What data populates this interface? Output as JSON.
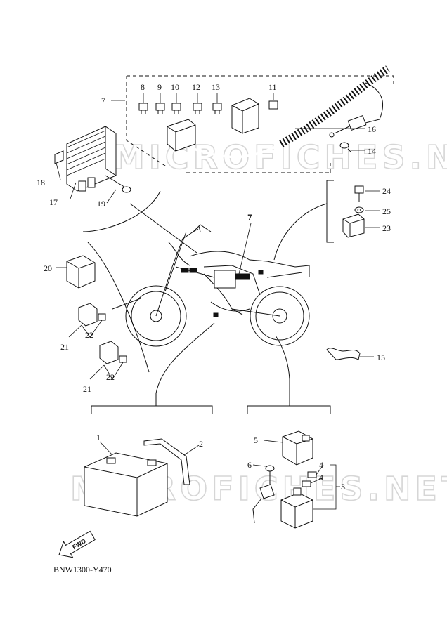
{
  "diagram": {
    "code": "BNW1300-Y470",
    "watermark": "MICROFICHES.NET",
    "fwd_label": "FWD",
    "callouts": {
      "n1": "1",
      "n2": "2",
      "n3": "3",
      "n4a": "4",
      "n4b": "4",
      "n5": "5",
      "n6": "6",
      "n7": "7",
      "n7c": "7",
      "n8": "8",
      "n9": "9",
      "n10": "10",
      "n11": "11",
      "n12": "12",
      "n13": "13",
      "n14": "14",
      "n15": "15",
      "n16": "16",
      "n17": "17",
      "n18": "18",
      "n19": "19",
      "n20": "20",
      "n21a": "21",
      "n21b": "21",
      "n22a": "22",
      "n22b": "22",
      "n23": "23",
      "n24": "24",
      "n25": "25"
    },
    "icons": [
      "motorcycle-icon",
      "rectifier-regulator-icon",
      "battery-icon",
      "starter-relay-icon",
      "fwd-arrow-icon"
    ]
  }
}
